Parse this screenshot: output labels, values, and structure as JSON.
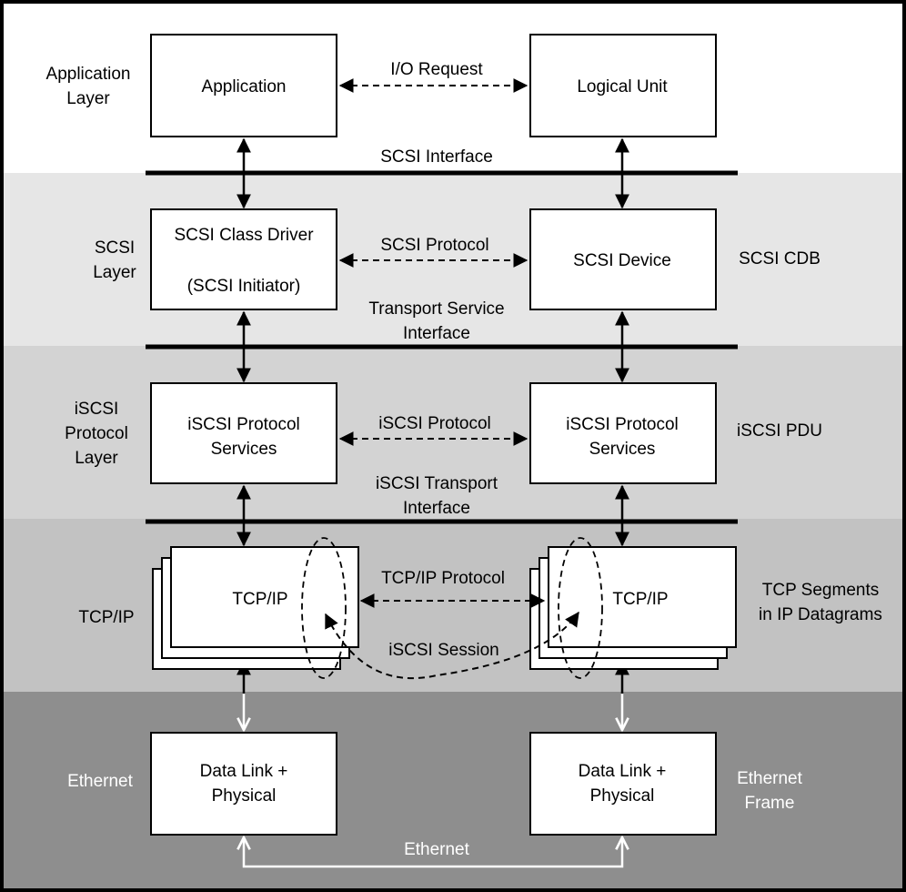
{
  "colors": {
    "band_application": "#ffffff",
    "band_scsi": "#e6e6e6",
    "band_iscsi": "#d3d3d3",
    "band_tcpip": "#c2c2c2",
    "band_ethernet": "#8e8e8e",
    "box_fill": "#ffffff",
    "line": "#000000",
    "ethernet_text": "#ffffff"
  },
  "layers": {
    "application": [
      "Application",
      "Layer"
    ],
    "scsi": [
      "SCSI",
      "Layer"
    ],
    "iscsi": [
      "iSCSI",
      "Protocol",
      "Layer"
    ],
    "tcpip": [
      "TCP/IP"
    ],
    "ethernet": [
      "Ethernet"
    ]
  },
  "boxes": {
    "application": [
      "Application"
    ],
    "logical_unit": [
      "Logical Unit"
    ],
    "scsi_class_driver": [
      "SCSI Class Driver",
      "(SCSI Initiator)"
    ],
    "scsi_device": [
      "SCSI Device"
    ],
    "iscsi_services_left": [
      "iSCSI Protocol",
      "Services"
    ],
    "iscsi_services_right": [
      "iSCSI Protocol",
      "Services"
    ],
    "tcpip_left": [
      "TCP/IP"
    ],
    "tcpip_right": [
      "TCP/IP"
    ],
    "datalink_left": [
      "Data Link +",
      "Physical"
    ],
    "datalink_right": [
      "Data Link +",
      "Physical"
    ]
  },
  "protocols": {
    "io_request": "I/O Request",
    "scsi_protocol": "SCSI Protocol",
    "iscsi_protocol": "iSCSI Protocol",
    "tcpip_protocol": "TCP/IP Protocol",
    "iscsi_session": "iSCSI Session",
    "ethernet": "Ethernet"
  },
  "interfaces": {
    "scsi_interface": [
      "SCSI Interface"
    ],
    "transport_service_interface": [
      "Transport Service",
      "Interface"
    ],
    "iscsi_transport_interface": [
      "iSCSI Transport",
      "Interface"
    ]
  },
  "units": {
    "scsi_cdb": [
      "SCSI CDB"
    ],
    "iscsi_pdu": [
      "iSCSI PDU"
    ],
    "tcp_segments": [
      "TCP Segments",
      "in IP Datagrams"
    ],
    "ethernet_frame": [
      "Ethernet",
      "Frame"
    ]
  }
}
